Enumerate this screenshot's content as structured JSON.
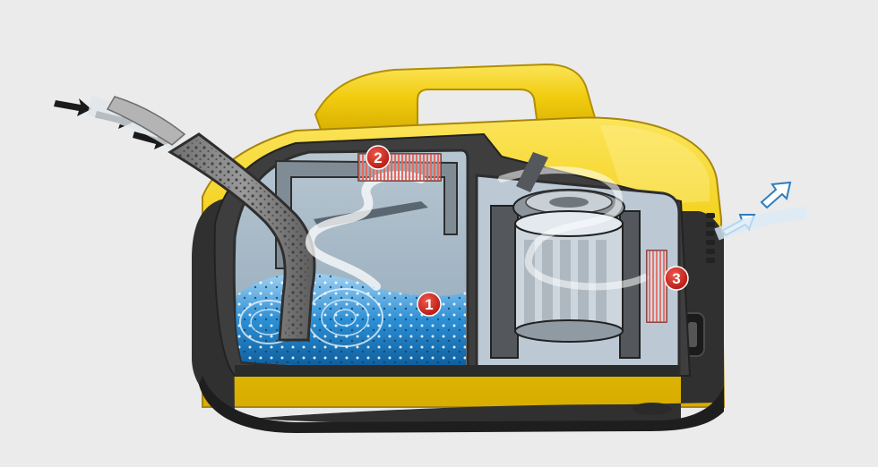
{
  "illustration": {
    "background_color": "#ebebeb",
    "body_color": "#f2d21a",
    "housing_color": "#3a3a3a",
    "water_color": "#1e7fc4",
    "filter_color": "#e23b2e",
    "airflow_color": "#cfe6f5"
  },
  "markers": [
    {
      "label": "1",
      "meaning": "water-filter"
    },
    {
      "label": "2",
      "meaning": "intermediate-filter"
    },
    {
      "label": "3",
      "meaning": "exhaust-filter"
    }
  ],
  "icons": {
    "intake_arrows": "arrow-right-icon",
    "exhaust_arrows": "arrow-up-right-icon"
  }
}
